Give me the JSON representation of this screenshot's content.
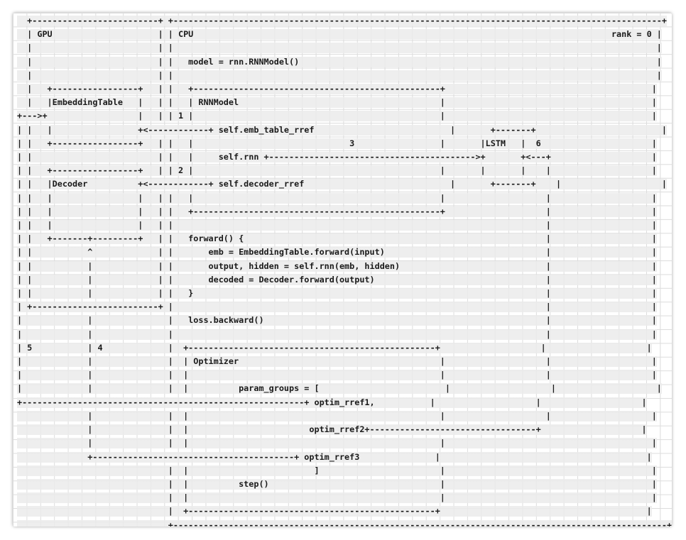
{
  "diagram": {
    "lines": [
      "  +-------------------------+ +-------------------------------------------------------------------------------------------------+",
      "  | GPU                     | | CPU                                                                                   rank = 0 |",
      "  |                         | |                                                                                                |",
      "  |                         | |   model = rnn.RNNModel()                                                                       |",
      "  |                         | |                                                                                                |",
      "  |   +-----------------+   | |   +-------------------------------------------------+                                         |",
      "  |   |EmbeddingTable   |   | |   | RNNModel                                        |                                         |",
      "+--->+                  |   | | 1 |                                                 |                                         |",
      "| |   |                 +<------------+ self.emb_table_rref                           |       +-------+                         |",
      "| |   +-----------------+   | |   |                               3                 |       |LSTM   |  6                      |",
      "| |                         | |   |     self.rnn +----------------------------------------->+       +<---+                    |",
      "| |   +-----------------+   | | 2 |                                                 |       |       |    |                    |",
      "| |   |Decoder          +<------------+ self.decoder_rref                             |       +-------+    |                    |",
      "| |   |                 |   | |   |                                                 |                    |                    |",
      "| |   |                 |   | |   +-------------------------------------------------+                    |                    |",
      "| |   |                 |   | |                                                                          |                    |",
      "| |   +-------+---------+   | |   forward() {                                                            |                    |",
      "| |           ^             | |       emb = EmbeddingTable.forward(input)                                |                    |",
      "| |           |             | |       output, hidden = self.rnn(emb, hidden)                             |                    |",
      "| |           |             | |       decoded = Decoder.forward(output)                                  |                    |",
      "| |           |             | |   }                                                                      |                    |",
      "| +-------------------------+ |                                                                          |                    |",
      "|             |               |   loss.backward()                                                        |                    |",
      "|             |               |                                                                          |                    |",
      "| 5           | 4             |  +-------------------------------------------------+                    |                    |",
      "|             |               |  | Optimizer                                        |                    |                    |",
      "|             |               |  |                                                  |                    |                    |",
      "|             |               |  |          param_groups = [                         |                    |                    |",
      "+--------------------------------------------------------+ optim_rref1,           |                    |                    |",
      "              |               |  |                                                  |                    |                    |",
      "              |               |  |                        optim_rref2+---------------------------------+                    |",
      "              |               |  |                                                  |                                         |",
      "              +----------------------------------------+ optim_rref3               |                                         |",
      "                              |  |                         ]                        |                                         |",
      "                              |  |          step()                                  |                                         |",
      "                              |  |                                                  |                                         |",
      "                              |  +-------------------------------------------------+                                         |",
      "                              +--------------------------------------------------------------------------------------------------+"
    ]
  }
}
